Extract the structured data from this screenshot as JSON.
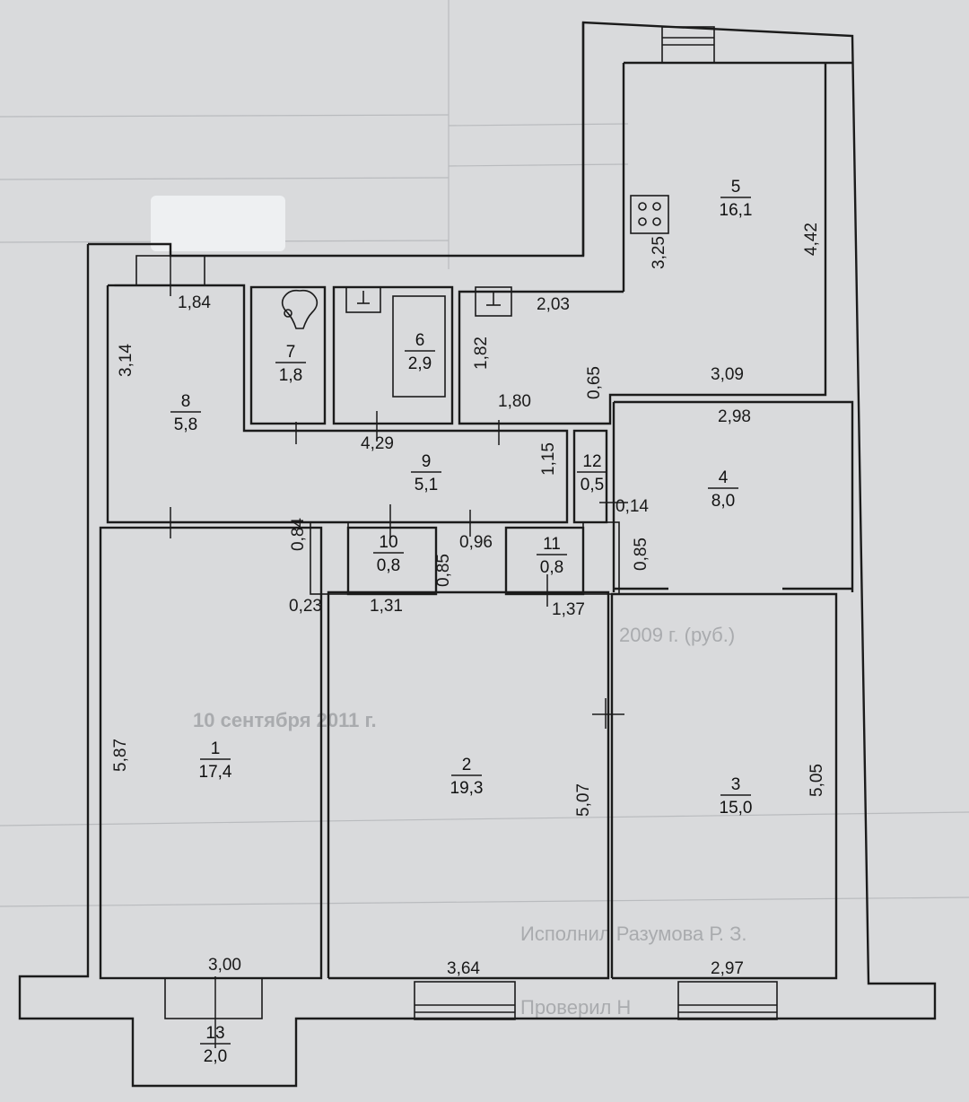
{
  "rooms": [
    {
      "num": "1",
      "area": "17,4"
    },
    {
      "num": "2",
      "area": "19,3"
    },
    {
      "num": "3",
      "area": "15,0"
    },
    {
      "num": "4",
      "area": "8,0"
    },
    {
      "num": "5",
      "area": "16,1"
    },
    {
      "num": "6",
      "area": "2,9"
    },
    {
      "num": "7",
      "area": "1,8"
    },
    {
      "num": "8",
      "area": "5,8"
    },
    {
      "num": "9",
      "area": "5,1"
    },
    {
      "num": "10",
      "area": "0,8"
    },
    {
      "num": "11",
      "area": "0,8"
    },
    {
      "num": "12",
      "area": "0,5"
    },
    {
      "num": "13",
      "area": "2,0"
    }
  ],
  "dimensions": [
    "1,84",
    "3,14",
    "1,82",
    "2,03",
    "3,25",
    "4,42",
    "3,09",
    "0,65",
    "1,80",
    "2,98",
    "4,29",
    "1,15",
    "0,14",
    "0,84",
    "0,85",
    "0,96",
    "0,85",
    "0,23",
    "1,31",
    "1,37",
    "5,87",
    "5,07",
    "5,05",
    "3,00",
    "3,64",
    "2,97"
  ],
  "background_text": {
    "date": "10 сентября 2011 г.",
    "executor": "Исполнил Разумова Р. З.",
    "checked": "Проверил Н",
    "year_note": "2009 г. (руб.)"
  }
}
